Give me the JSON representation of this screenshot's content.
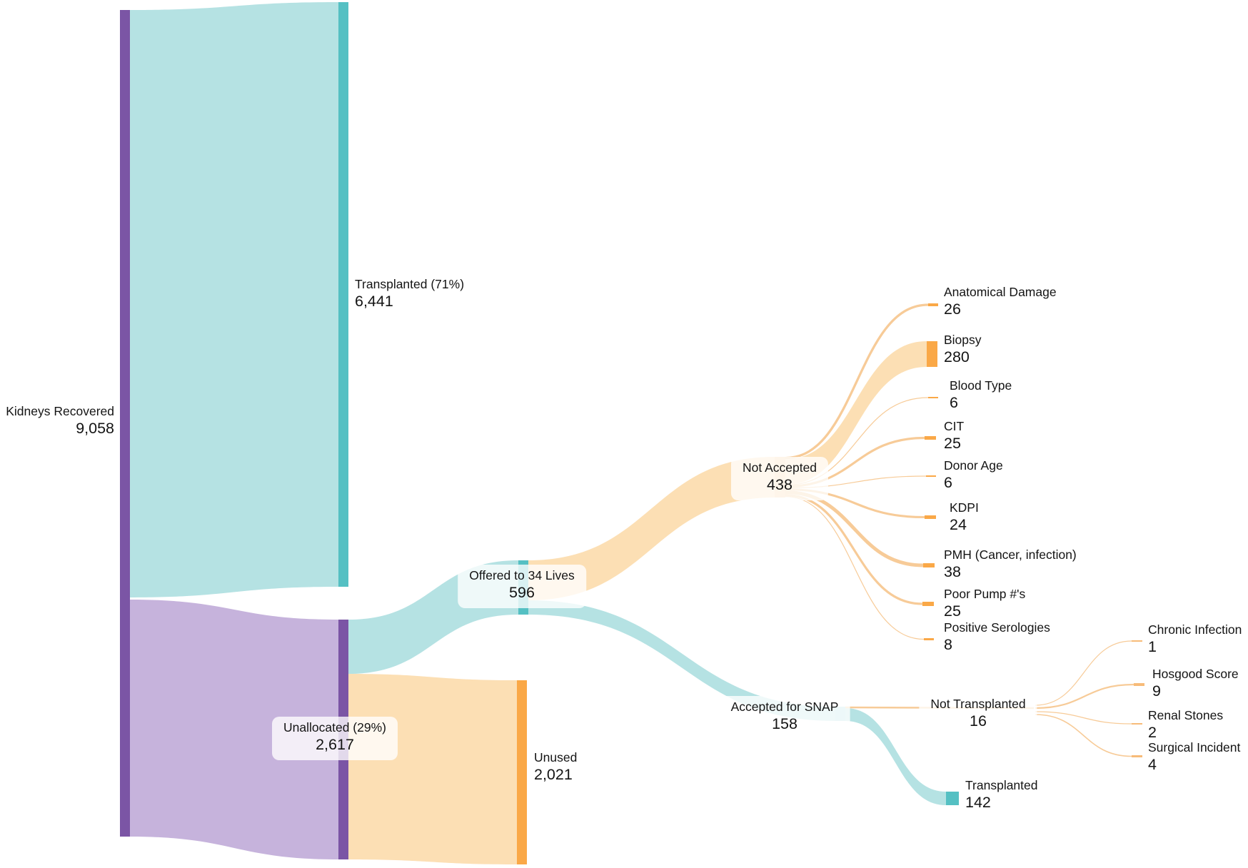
{
  "colors": {
    "purple_node": "#7B55A5",
    "purple_flow": "#C6B3DC",
    "teal_node": "#55C0C3",
    "teal_flow": "#B5E2E3",
    "teal_node_soft": "#AEE0E2",
    "orange_node": "#FAA847",
    "orange_flow": "#FCDFB4",
    "orange_node_soft": "#F9D1A1",
    "orange_strand": "#F7CB98",
    "orange_tick": "#F7BB79",
    "text": "#141414",
    "background": "#FFFFFF"
  },
  "chart_data": {
    "type": "sankey",
    "nodes": [
      {
        "id": "kidneys_recovered",
        "label": "Kidneys Recovered",
        "value": 9058,
        "display": "9,058"
      },
      {
        "id": "transplanted_main",
        "label": "Transplanted (71%)",
        "value": 6441,
        "display": "6,441"
      },
      {
        "id": "unallocated",
        "label": "Unallocated (29%)",
        "value": 2617,
        "display": "2,617"
      },
      {
        "id": "offered_34_lives",
        "label": "Offered to 34 Lives",
        "value": 596,
        "display": "596"
      },
      {
        "id": "unused",
        "label": "Unused",
        "value": 2021,
        "display": "2,021"
      },
      {
        "id": "not_accepted",
        "label": "Not Accepted",
        "value": 438,
        "display": "438"
      },
      {
        "id": "accepted_for_snap",
        "label": "Accepted for SNAP",
        "value": 158,
        "display": "158"
      },
      {
        "id": "anatomical_damage",
        "label": "Anatomical Damage",
        "value": 26,
        "display": "26"
      },
      {
        "id": "biopsy",
        "label": "Biopsy",
        "value": 280,
        "display": "280"
      },
      {
        "id": "blood_type",
        "label": "Blood Type",
        "value": 6,
        "display": "6"
      },
      {
        "id": "cit",
        "label": "CIT",
        "value": 25,
        "display": "25"
      },
      {
        "id": "donor_age",
        "label": "Donor Age",
        "value": 6,
        "display": "6"
      },
      {
        "id": "kdpi",
        "label": "KDPI",
        "value": 24,
        "display": "24"
      },
      {
        "id": "pmh",
        "label": "PMH (Cancer, infection)",
        "value": 38,
        "display": "38"
      },
      {
        "id": "poor_pump",
        "label": "Poor Pump #'s",
        "value": 25,
        "display": "25"
      },
      {
        "id": "positive_serologies",
        "label": "Positive Serologies",
        "value": 8,
        "display": "8"
      },
      {
        "id": "not_transplanted",
        "label": "Not Transplanted",
        "value": 16,
        "display": "16"
      },
      {
        "id": "transplanted_snap",
        "label": "Transplanted",
        "value": 142,
        "display": "142"
      },
      {
        "id": "chronic_infection",
        "label": "Chronic Infection",
        "value": 1,
        "display": "1"
      },
      {
        "id": "hosgood_score",
        "label": "Hosgood Score",
        "value": 9,
        "display": "9"
      },
      {
        "id": "renal_stones",
        "label": "Renal Stones",
        "value": 2,
        "display": "2"
      },
      {
        "id": "surgical_incident",
        "label": "Surgical Incident",
        "value": 4,
        "display": "4"
      }
    ],
    "links": [
      {
        "source": "kidneys_recovered",
        "target": "transplanted_main",
        "value": 6441
      },
      {
        "source": "kidneys_recovered",
        "target": "unallocated",
        "value": 2617
      },
      {
        "source": "unallocated",
        "target": "offered_34_lives",
        "value": 596
      },
      {
        "source": "unallocated",
        "target": "unused",
        "value": 2021
      },
      {
        "source": "offered_34_lives",
        "target": "not_accepted",
        "value": 438
      },
      {
        "source": "offered_34_lives",
        "target": "accepted_for_snap",
        "value": 158
      },
      {
        "source": "not_accepted",
        "target": "anatomical_damage",
        "value": 26
      },
      {
        "source": "not_accepted",
        "target": "biopsy",
        "value": 280
      },
      {
        "source": "not_accepted",
        "target": "blood_type",
        "value": 6
      },
      {
        "source": "not_accepted",
        "target": "cit",
        "value": 25
      },
      {
        "source": "not_accepted",
        "target": "donor_age",
        "value": 6
      },
      {
        "source": "not_accepted",
        "target": "kdpi",
        "value": 24
      },
      {
        "source": "not_accepted",
        "target": "pmh",
        "value": 38
      },
      {
        "source": "not_accepted",
        "target": "poor_pump",
        "value": 25
      },
      {
        "source": "not_accepted",
        "target": "positive_serologies",
        "value": 8
      },
      {
        "source": "accepted_for_snap",
        "target": "not_transplanted",
        "value": 16
      },
      {
        "source": "accepted_for_snap",
        "target": "transplanted_snap",
        "value": 142
      },
      {
        "source": "not_transplanted",
        "target": "chronic_infection",
        "value": 1
      },
      {
        "source": "not_transplanted",
        "target": "hosgood_score",
        "value": 9
      },
      {
        "source": "not_transplanted",
        "target": "renal_stones",
        "value": 2
      },
      {
        "source": "not_transplanted",
        "target": "surgical_incident",
        "value": 4
      }
    ],
    "legend": null,
    "grid": false
  }
}
